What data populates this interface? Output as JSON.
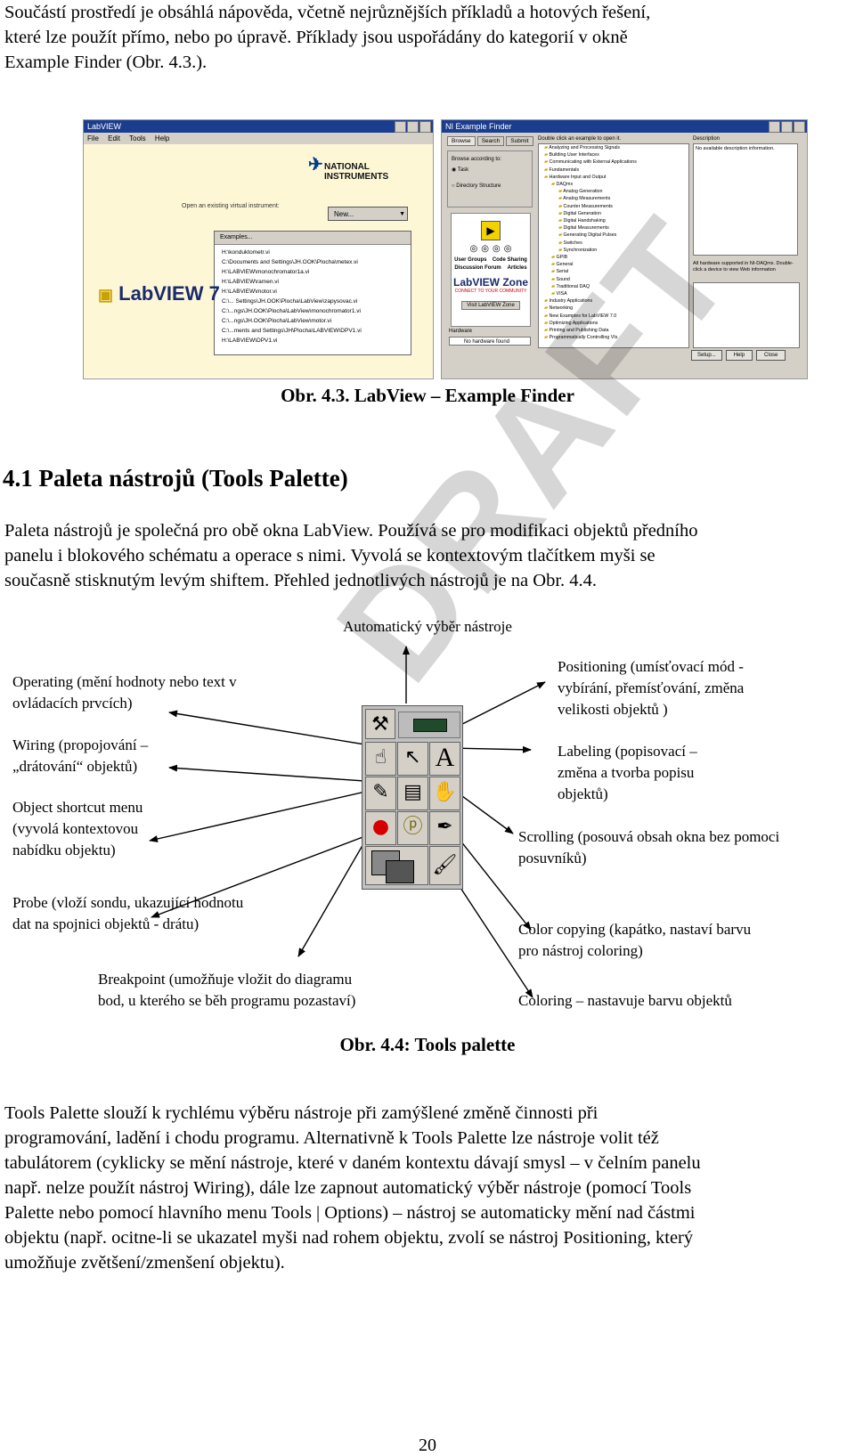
{
  "intro_paragraph": {
    "line1": "Součástí prostředí je obsáhlá nápověda, včetně nejrůznějších příkladů a hotových řešení,",
    "line2": "které lze použít přímo, nebo po úpravě. Příklady jsou uspořádány do kategorií v okně",
    "line3": "Example Finder (Obr. 4.3.)."
  },
  "figure1": {
    "caption": "Obr. 4.3. LabView – Example Finder",
    "labview_window": {
      "title": "LabVIEW",
      "menu": [
        "File",
        "Edit",
        "Tools",
        "Help"
      ],
      "ni_logo": "NATIONAL INSTRUMENTS",
      "open_label": "Open an existing virtual instrument:",
      "new_button": "New...",
      "examples_field": "Examples...",
      "brand": "LabVIEW 7",
      "recent_files": [
        "H:\\konduktometr.vi",
        "C:\\Documents and Settings\\JH.OOK\\Plocha\\metex.vi",
        "H:\\LABVIEW\\monochromator1a.vi",
        "H:\\LABVIEW\\ramen.vi",
        "H:\\LABVIEW\\motor.vi",
        "C:\\... Settings\\JH.OOK\\Plocha\\LabView\\zapysovac.vi",
        "C:\\...ngs\\JH.OOK\\Plocha\\LabView\\monochromator1.vi",
        "C:\\...ngs\\JH.OOK\\Plocha\\LabView\\motor.vi",
        "C:\\...ments and Settings\\JH\\Plocha\\LABVIEW\\DPV1.vi",
        "H:\\LABVIEW\\DPV1.vi"
      ]
    },
    "finder_window": {
      "title": "NI Example Finder",
      "tabs": [
        "Browse",
        "Search",
        "Submit"
      ],
      "browse_label": "Browse according to:",
      "radio_task": "Task",
      "radio_directory": "Directory Structure",
      "zone_title": "LabVIEW Zone",
      "zone_sub": "CONNECT TO YOUR COMMUNITY",
      "zone_items": [
        "User Groups",
        "Code Sharing",
        "Discussion Forum",
        "Articles"
      ],
      "zone_button": "Visit LabVIEW Zone",
      "hardware_label": "Hardware",
      "hardware_value": "No hardware found",
      "tree_header": "Double click an example to open it.",
      "tree_items": [
        "Analyzing and Processing Signals",
        "Building User Interfaces",
        "Communicating with External Applications",
        "Fundamentals",
        "Hardware Input and Output",
        "DAQmx",
        "Analog Generation",
        "Analog Measurements",
        "Counter Measurements",
        "Digital Generation",
        "Digital Handshaking",
        "Digital Measurements",
        "Generating Digital Pulses",
        "Switches",
        "Synchronization",
        "GPIB",
        "General",
        "Serial",
        "Sound",
        "Traditional DAQ",
        "VISA",
        "Industry Applications",
        "Networking",
        "New Examples for LabVIEW 7.0",
        "Optimizing Applications",
        "Printing and Publishing Data",
        "Programmatically Controlling VIs"
      ],
      "desc_header": "Description",
      "desc_text": "No available description information.",
      "hw_info": "All hardware supported in NI-DAQmx. Double-click a device to view Web information",
      "buttons": [
        "Setup...",
        "Help",
        "Close"
      ]
    }
  },
  "section": {
    "heading": "4.1 Paleta nástrojů (Tools Palette)"
  },
  "paragraph2": {
    "line1": "Paleta nástrojů je společná pro obě okna LabView. Používá se pro modifikaci objektů předního",
    "line2": "panelu i blokového schématu a operace s nimi. Vyvolá se kontextovým tlačítkem myši se",
    "line3": "současně stisknutým levým shiftem. Přehled jednotlivých nástrojů je na Obr. 4.4."
  },
  "figure2": {
    "caption": "Obr. 4.4: Tools palette",
    "label_auto": "Automatický výběr nástroje",
    "label_operating_1": "Operating (mění hodnoty nebo text v",
    "label_operating_2": "ovládacích prvcích)",
    "label_wiring_1": "Wiring (propojování –",
    "label_wiring_2": "„drátování“ objektů)",
    "label_shortcut_1": "Object shortcut menu",
    "label_shortcut_2": "(vyvolá kontextovou",
    "label_shortcut_3": "nabídku objektu)",
    "label_probe_1": "Probe (vloží sondu, ukazující hodnotu",
    "label_probe_2": "dat na spojnici objektů - drátu)",
    "label_breakpoint_1": "Breakpoint (umožňuje vložit do diagramu",
    "label_breakpoint_2": "bod, u kterého se běh programu pozastaví)",
    "label_positioning_1": "Positioning (umísťovací mód -",
    "label_positioning_2": "vybírání, přemísťování, změna",
    "label_positioning_3": "velikosti objektů )",
    "label_labeling_1": "Labeling (popisovací –",
    "label_labeling_2": "změna a tvorba popisu",
    "label_labeling_3": "objektů)",
    "label_scrolling_1": "Scrolling (posouvá obsah okna bez pomoci",
    "label_scrolling_2": "posuvníků)",
    "label_colorcopy_1": "Color copying (kapátko, nastaví barvu",
    "label_colorcopy_2": "pro nástroj coloring)",
    "label_coloring": "Coloring – nastavuje barvu objektů",
    "palette_glyphs": {
      "operating": "☝",
      "positioning": "↖",
      "labeling": "A",
      "wiring": "✎",
      "shortcut": "▤",
      "scrolling": "✋",
      "breakpoint": "●",
      "probe": "ⓟ",
      "colorcopy": "✒",
      "coloring": "🖌",
      "auto": "⚒"
    }
  },
  "paragraph3": {
    "line1": "Tools Palette slouží k rychlému výběru nástroje při zamýšlené změně činnosti při",
    "line2": "programování, ladění i chodu programu. Alternativně k Tools Palette lze nástroje volit též",
    "line3": "tabulátorem (cyklicky se mění nástroje, které v daném kontextu dávají smysl – v čelním panelu",
    "line4": "např. nelze použít nástroj Wiring), dále lze zapnout automatický výběr nástroje (pomocí Tools",
    "line5": "Palette nebo pomocí hlavního menu Tools | Options) – nástroj se automaticky mění nad částmi",
    "line6": "objektu (např. ocitne-li se ukazatel myši nad rohem objektu, zvolí se nástroj Positioning, který",
    "line7": "umožňuje zvětšení/zmenšení objektu)."
  },
  "watermark": "DRAFT",
  "page_number": "20"
}
